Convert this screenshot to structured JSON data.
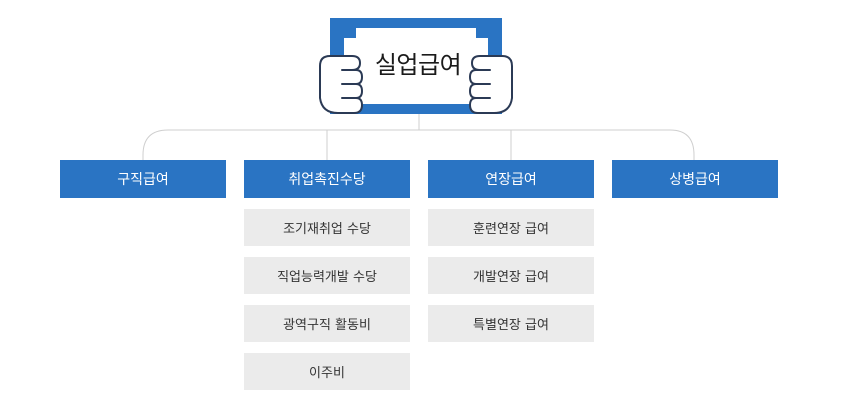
{
  "title": "실업급여",
  "colors": {
    "category_bg": "#2a74c3",
    "sub_bg": "#ebebeb",
    "line": "#cfcfcf"
  },
  "categories": [
    {
      "label": "구직급여",
      "items": []
    },
    {
      "label": "취업촉진수당",
      "items": [
        "조기재취업 수당",
        "직업능력개발 수당",
        "광역구직 활동비",
        "이주비"
      ]
    },
    {
      "label": "연장급여",
      "items": [
        "훈련연장 급여",
        "개발연장 급여",
        "특별연장 급여"
      ]
    },
    {
      "label": "상병급여",
      "items": []
    }
  ]
}
